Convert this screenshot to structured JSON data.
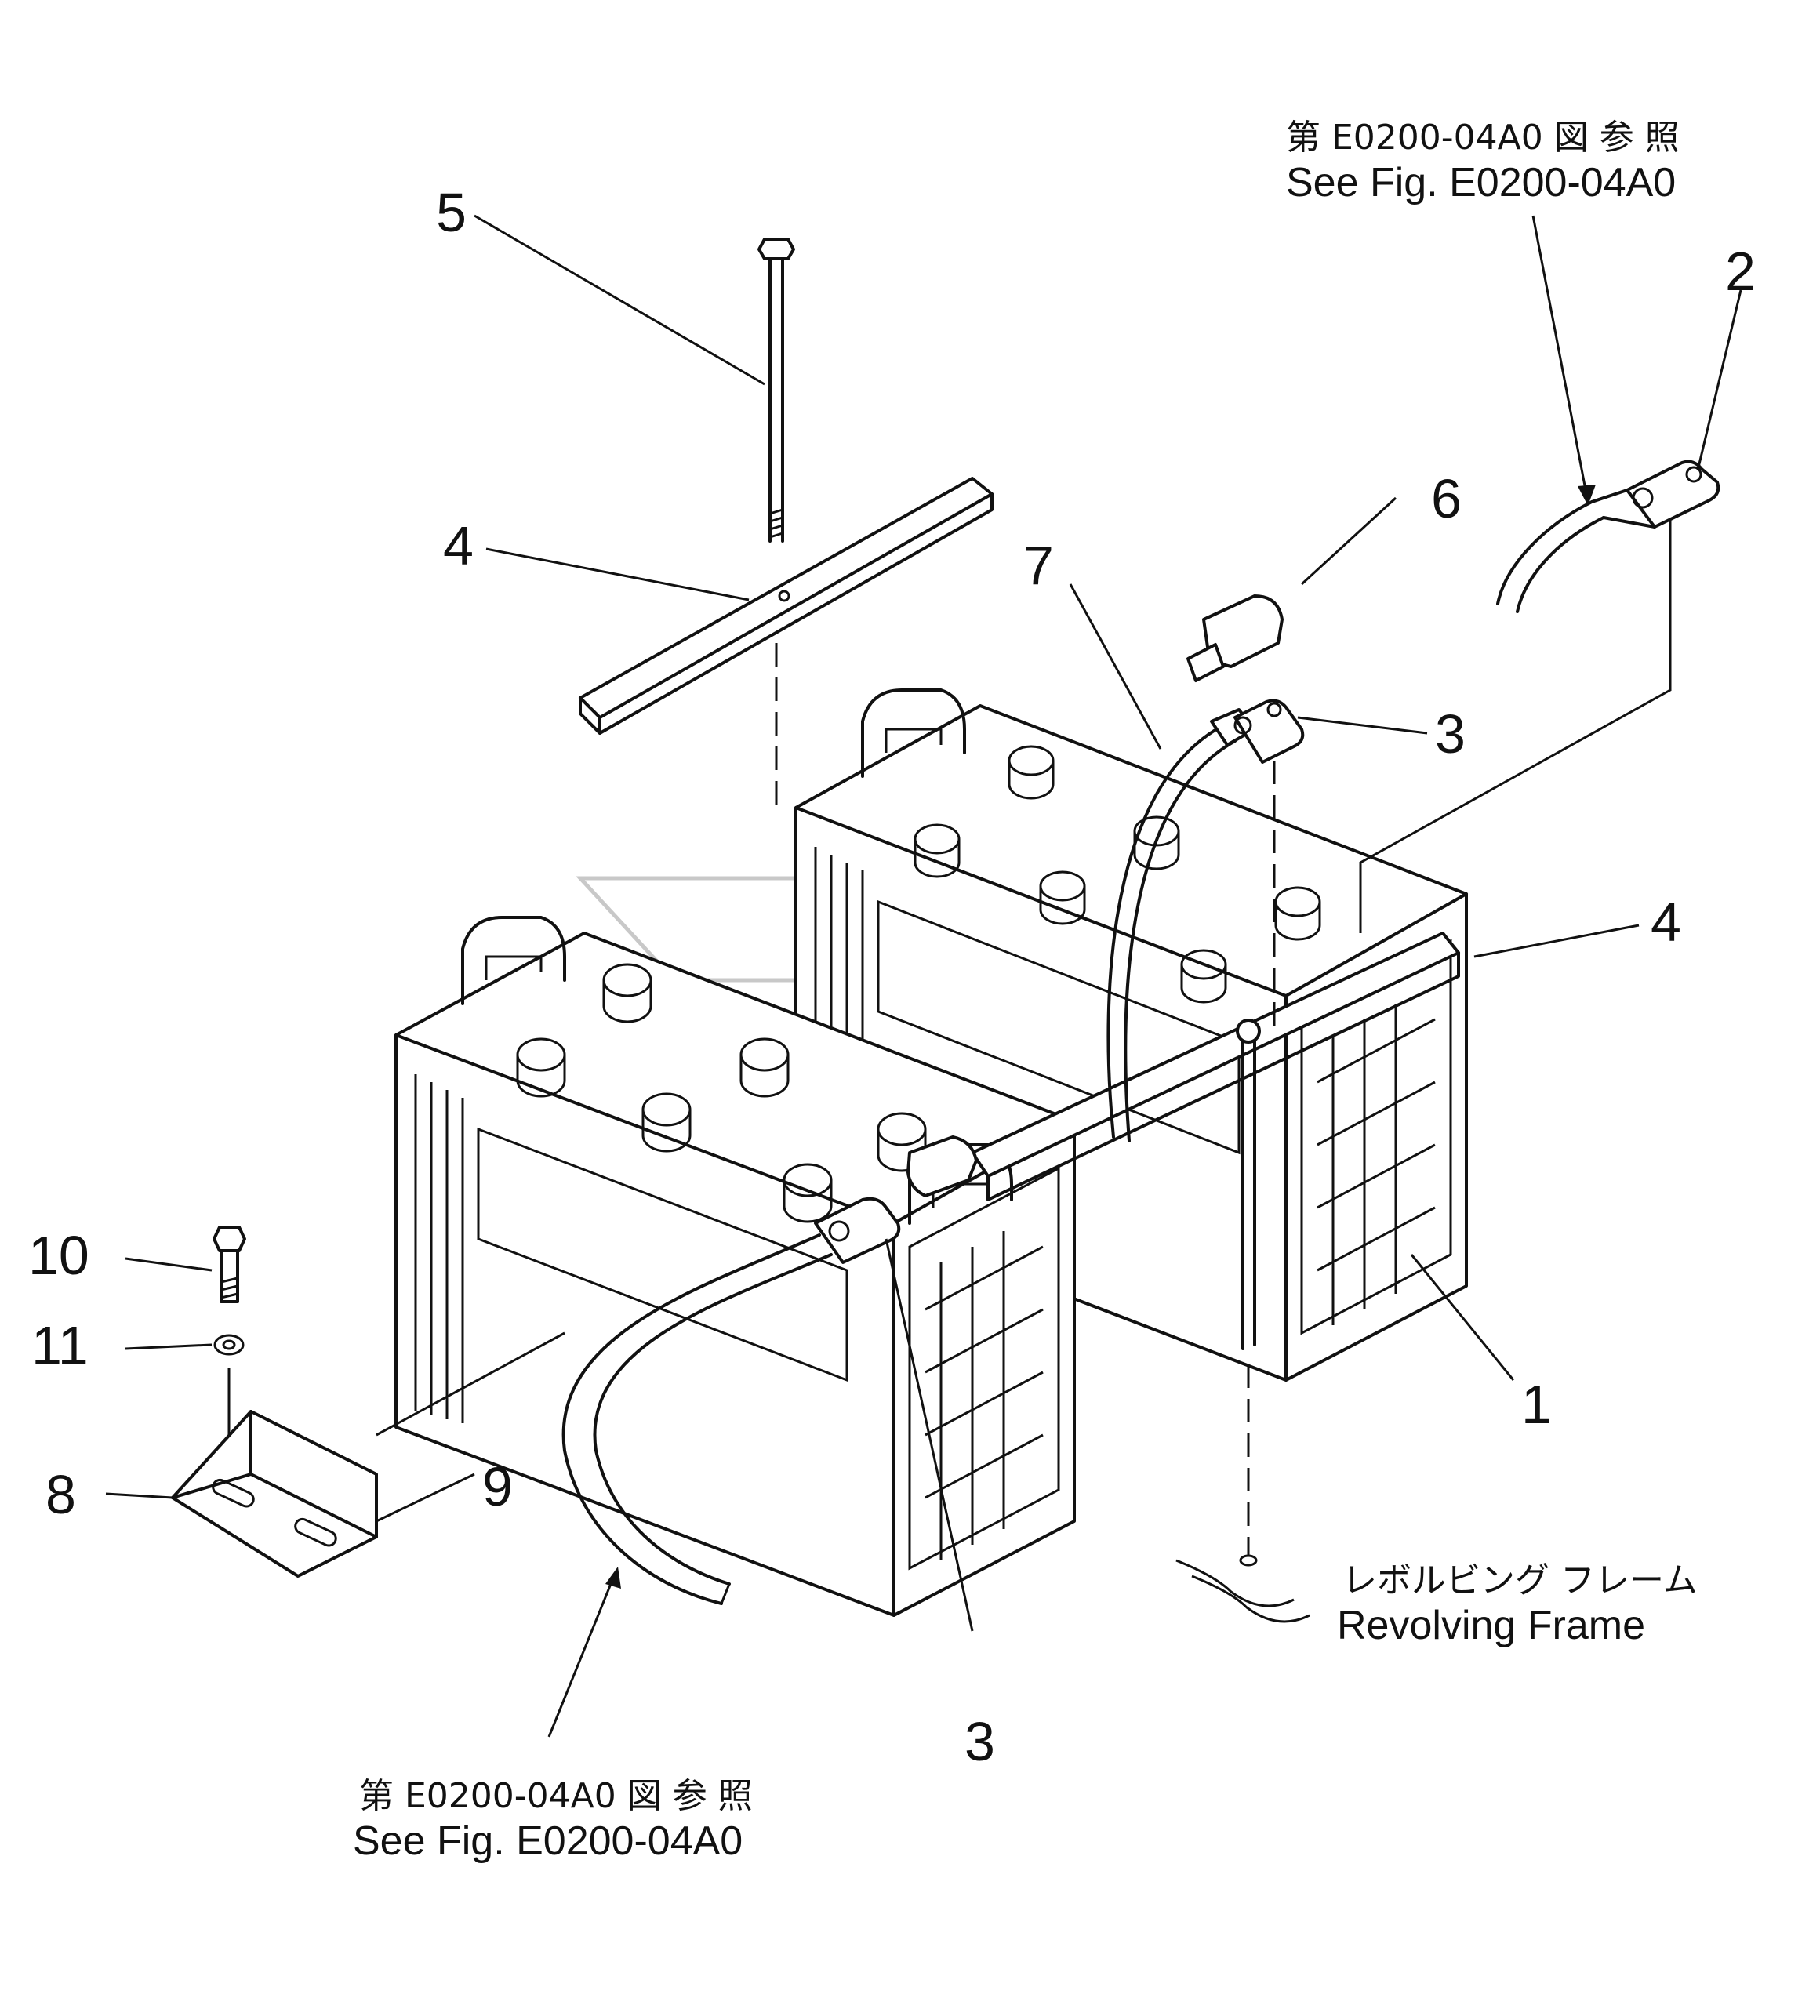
{
  "callouts": {
    "c1": "1",
    "c2": "2",
    "c3a": "3",
    "c3b": "3",
    "c4a": "4",
    "c4b": "4",
    "c5": "5",
    "c6": "6",
    "c7": "7",
    "c8": "8",
    "c9": "9",
    "c10": "10",
    "c11": "11"
  },
  "references": {
    "top_jp": "第 E0200-04A0 図 参 照",
    "top_en": "See Fig. E0200-04A0",
    "bottom_jp": "第 E0200-04A0 図 参 照",
    "bottom_en": "See Fig. E0200-04A0"
  },
  "frame_label": {
    "jp": "レボルビング フレーム",
    "en": "Revolving Frame"
  }
}
